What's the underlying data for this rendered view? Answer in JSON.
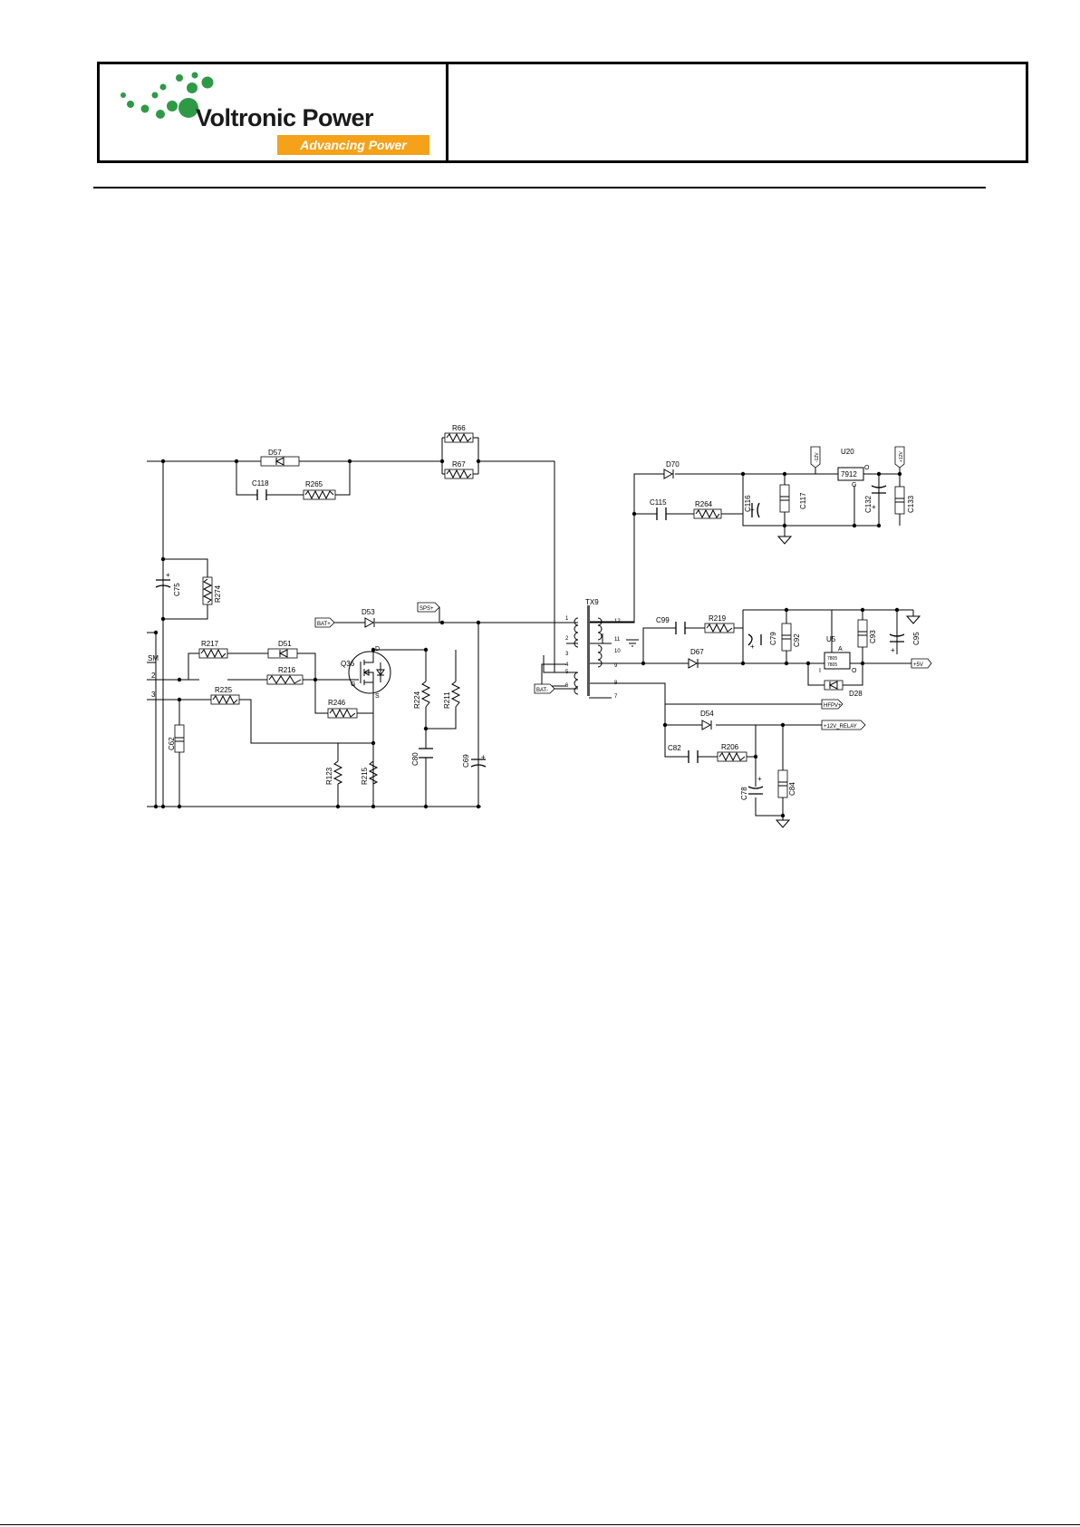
{
  "header": {
    "brand_name": "Voltronic Power",
    "tagline": "Advancing Power",
    "colors": {
      "dots": "#2f9a46",
      "tagline_bg": "#f5a21a",
      "tagline_text": "#ffffff",
      "text": "#1a1a1a"
    }
  },
  "schematic": {
    "pin_labels": [
      "SM",
      "2",
      "3"
    ],
    "components": {
      "D57": "D57",
      "C118": "C118",
      "R265": "R265",
      "R66": "R66",
      "R67": "R67",
      "C75": "C75",
      "R274": "R274",
      "D53": "D53",
      "R217": "R217",
      "D51": "D51",
      "R216": "R216",
      "Q36": "Q36",
      "R225": "R225",
      "R246": "R246",
      "C62": "C62",
      "R224": "R224",
      "R211": "R211",
      "R123": "R123",
      "R215": "R215",
      "C80": "C80",
      "C69": "C69",
      "TX9": "TX9",
      "D70": "D70",
      "C115": "C115",
      "R264": "R264",
      "C116": "C116",
      "C117": "C117",
      "U20": "U20",
      "IC_7912": "7912",
      "C132": "C132",
      "C133": "C133",
      "C99": "C99",
      "R219": "R219",
      "D67": "D67",
      "C79": "C79",
      "C92": "C92",
      "U5": "U5",
      "IC_7805": "7805",
      "C93": "C93",
      "C95": "C95",
      "D28": "D28",
      "D54": "D54",
      "C82": "C82",
      "R206": "R206",
      "C78": "C78",
      "C84": "C84"
    },
    "nets": {
      "bat_pos": "BAT+",
      "bat_neg": "BAT-",
      "sps": "SPS+",
      "neg12v": "-12V",
      "pos12v": "+12V",
      "pos5v": "+5V",
      "hfpv": "HFPV+",
      "relay": "+12V_RELAY"
    },
    "transformer_pins": [
      "1",
      "2",
      "3",
      "4",
      "5",
      "6",
      "12",
      "11",
      "10",
      "9",
      "8",
      "7"
    ],
    "regulator_pins": {
      "u20_o": "O",
      "u20_g": "G",
      "u5_a": "A",
      "u5_i": "I",
      "u5_o": "O"
    }
  }
}
